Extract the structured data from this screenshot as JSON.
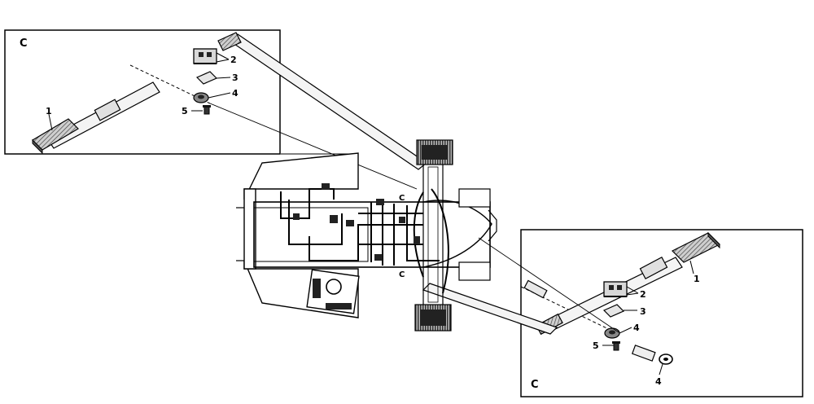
{
  "diagram": {
    "detail_left": {
      "label": "C",
      "callouts": {
        "c1": "1",
        "c2": "2",
        "c3": "3",
        "c4": "4",
        "c5": "5"
      }
    },
    "detail_right": {
      "label": "C",
      "callouts": {
        "c1": "1",
        "c2": "2",
        "c3": "3",
        "c4a": "4",
        "c4b": "4",
        "c5": "5"
      }
    },
    "machine": {
      "section_marker_top": "C",
      "section_marker_bottom": "C"
    }
  }
}
